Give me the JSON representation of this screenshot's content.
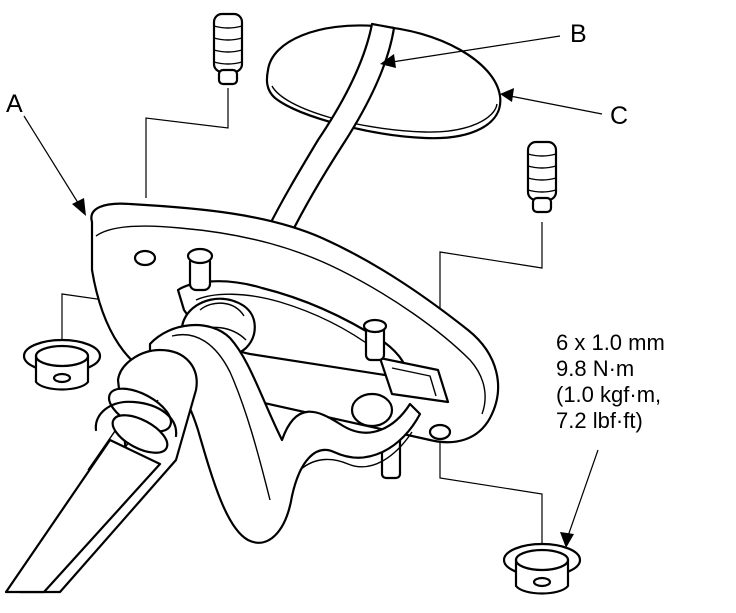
{
  "labels": {
    "a": "A",
    "b": "B",
    "c": "C"
  },
  "fastener_spec": {
    "size": "6 x 1.0 mm",
    "torque_nm": "9.8 N·m",
    "torque_kgfm": "(1.0 kgf·m,",
    "torque_lbfft": "7.2 lbf·ft)"
  }
}
